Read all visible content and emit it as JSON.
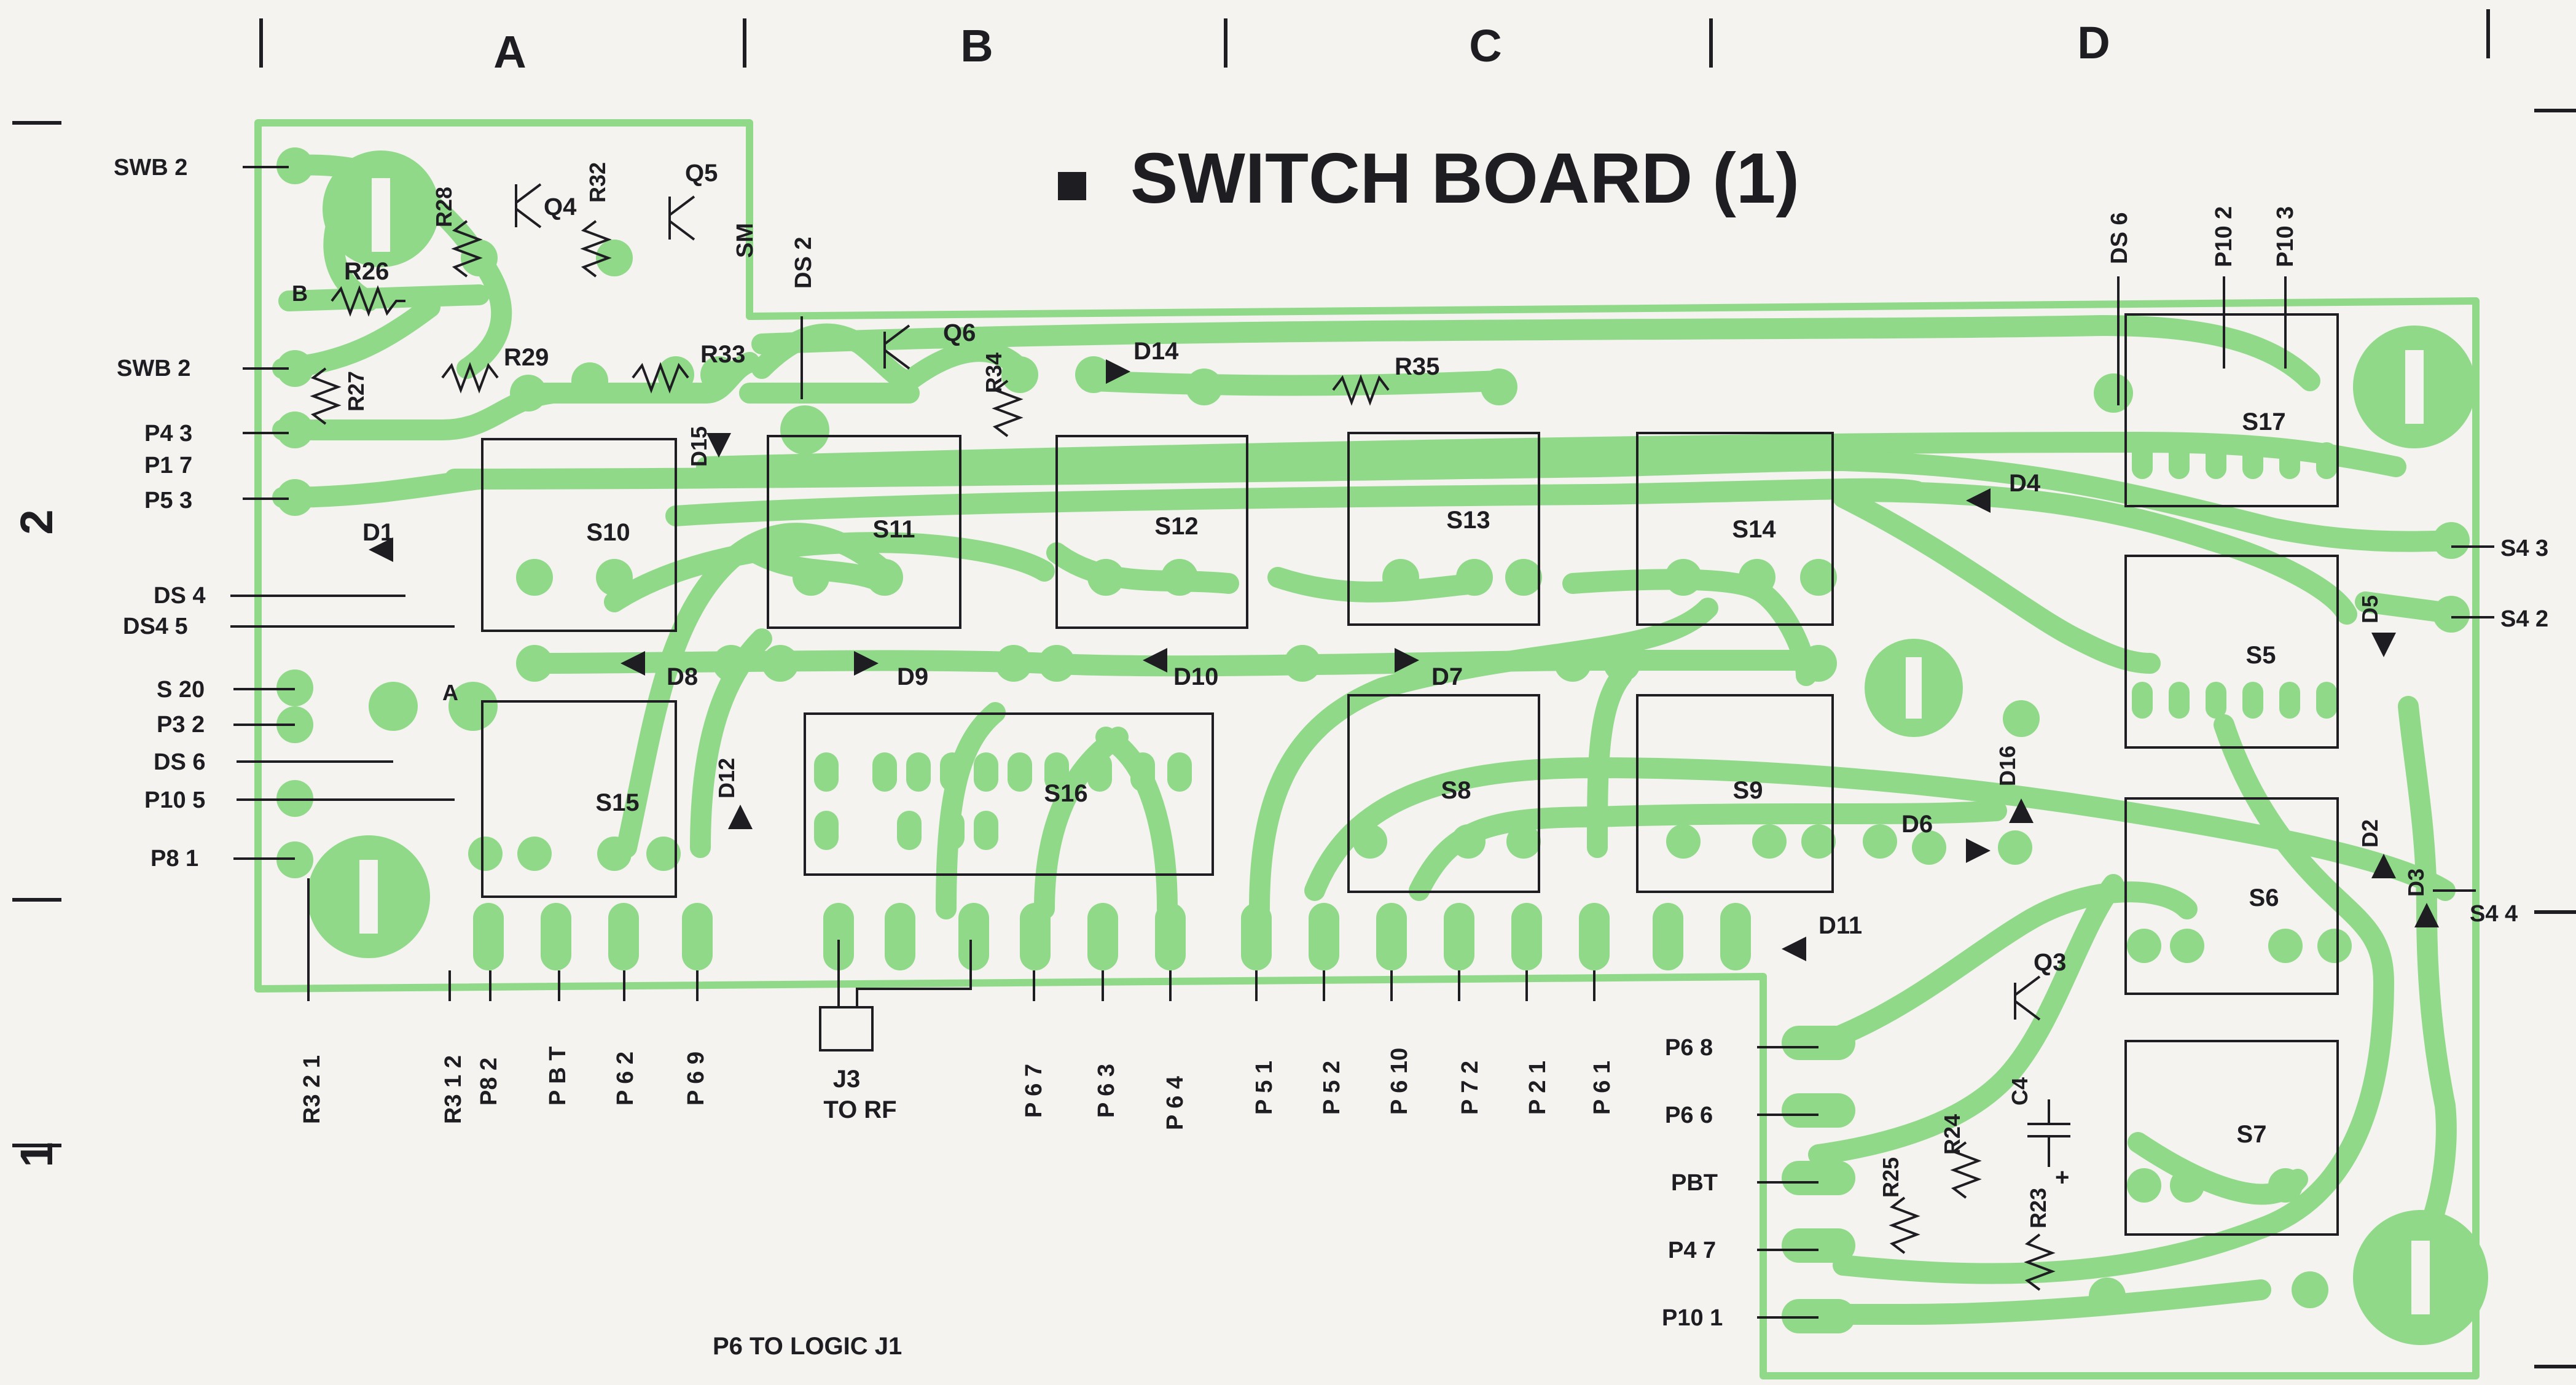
{
  "title": "SWITCH BOARD (1)",
  "columns": [
    "A",
    "B",
    "C",
    "D"
  ],
  "rows": [
    "2",
    "1"
  ],
  "footer": "P6  TO LOGIC J1",
  "connector": {
    "name": "J3",
    "note": "TO RF"
  },
  "left_pins": [
    "SWB 2",
    "SWB 2",
    "P4 3",
    "P1 7",
    "P5 3",
    "DS 4",
    "DS4 5",
    "S 20",
    "P3 2",
    "DS 6",
    "P10 5",
    "P8 1"
  ],
  "bottom_pins": [
    "R3 2 1",
    "R3 1 2",
    "P8 2",
    "P B T",
    "P 6 2",
    "P 6 9",
    "P 6 7",
    "P 6 3",
    "P 6 4",
    "P 5 1",
    "P 5 2",
    "P 6 10",
    "P 7 2",
    "P 2 1",
    "P 6 1"
  ],
  "lower_right_pins": [
    "P6 8",
    "P6 6",
    "PBT",
    "P4 7",
    "P10 1"
  ],
  "right_pins": [
    "S4 3",
    "S4 2",
    "S4 4"
  ],
  "top_pins": [
    "DS 2",
    "SM",
    "DS 6",
    "P10 2",
    "P10 3"
  ],
  "switches": [
    "S10",
    "S11",
    "S12",
    "S13",
    "S14",
    "S15",
    "S16",
    "S8",
    "S9",
    "S17",
    "S5",
    "S6",
    "S7"
  ],
  "resistors": [
    "R26",
    "R27",
    "R28",
    "R29",
    "R32",
    "R33",
    "R34",
    "R35",
    "R23",
    "R24",
    "R25"
  ],
  "diodes": [
    "D1",
    "D2",
    "D3",
    "D4",
    "D5",
    "D6",
    "D7",
    "D8",
    "D9",
    "D10",
    "D11",
    "D12",
    "D14",
    "D15",
    "D16"
  ],
  "transistors": [
    "Q3",
    "Q4",
    "Q5",
    "Q6"
  ],
  "capacitor": "C4",
  "markers": [
    "A",
    "B",
    "+"
  ],
  "colors": {
    "trace": "#8fd989",
    "ink": "#1d1d22",
    "paper": "#f4f3ef"
  }
}
